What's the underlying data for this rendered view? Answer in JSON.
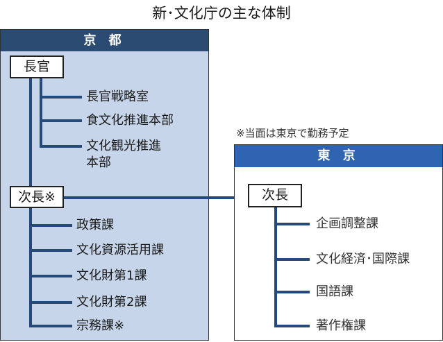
{
  "title": "新･文化庁の主な体制",
  "kyoto": {
    "header": "京 都",
    "top_box": "長官",
    "top_units": [
      "長官戦略室",
      "食文化推進本部",
      "文化観光推進",
      "本部"
    ],
    "second_box": "次長※",
    "divisions": [
      "政策課",
      "文化資源活用課",
      "文化財第1課",
      "文化財第2課",
      "宗務課※"
    ]
  },
  "tokyo": {
    "note": "※当面は東京で勤務予定",
    "header": "東 京",
    "box": "次長",
    "divisions": [
      "企画調整課",
      "文化経済･国際課",
      "国語課",
      "著作権課"
    ]
  },
  "colors": {
    "kyoto_header": "#2c4b73",
    "kyoto_body": "#c6d5ea",
    "tokyo_header": "#2f64b1",
    "connector": "#24497a"
  }
}
